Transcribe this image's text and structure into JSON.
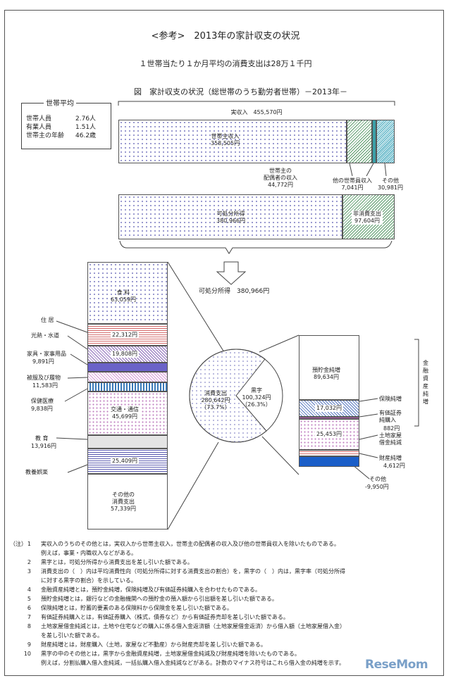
{
  "header": {
    "title": "<参考>　2013年の家計収支の状況",
    "subtitle": "１世帯当たり１か月平均の消費支出は28万１千円",
    "figure_title": "図　家計収支の状況（総世帯のうち勤労者世帯）－2013年－"
  },
  "average_box": {
    "heading": "世帯平均",
    "rows": [
      {
        "label": "世帯人員",
        "value": "2.76人"
      },
      {
        "label": "有業人員",
        "value": "1.51人"
      },
      {
        "label": "世帯主の年齢",
        "value": "46.2歳"
      }
    ]
  },
  "income": {
    "total_label": "実収入　455,570円",
    "head_income": {
      "label": "世帯主収入",
      "value": "358,505円"
    },
    "spouse_income": {
      "label": "世帯主の\n配偶者の収入",
      "value": "44,772円"
    },
    "other_member": {
      "label": "他の世帯員収入",
      "value": "7,041円"
    },
    "other": {
      "label": "その他",
      "value": "30,981円"
    },
    "disposable": {
      "label": "可処分所得",
      "value": "380,966円"
    },
    "non_consumption": {
      "label": "非消費支出",
      "value": "97,604円"
    }
  },
  "arrow_label": "可処分所得　380,966円",
  "consumption": {
    "food": {
      "label": "食 料",
      "value": "63,059円"
    },
    "housing": {
      "label": "住 居",
      "value": "22,312円"
    },
    "utilities": {
      "label": "光熱・水道",
      "value": "19,808円"
    },
    "furniture": {
      "label": "家具・家事用品",
      "value": "9,891円"
    },
    "clothing": {
      "label": "被服及び履物",
      "value": "11,583円"
    },
    "medical": {
      "label": "保健医療",
      "value": "9,838円"
    },
    "transport": {
      "label": "交通・通信",
      "value": "45,699円"
    },
    "education": {
      "label": "教 育",
      "value": "13,916円"
    },
    "recreation": {
      "label": "教養娯楽",
      "value": "25,409円"
    },
    "other": {
      "label": "その他の\n消費支出",
      "value": "57,339円"
    }
  },
  "pie": {
    "consumption_label": "消費支出",
    "consumption_value": "280,642円",
    "consumption_pct": "（73.7%）",
    "surplus_label": "黒字",
    "surplus_value": "100,324円",
    "surplus_pct": "（26.3%）"
  },
  "surplus": {
    "deposit": {
      "label": "預貯金純増",
      "value": "89,634円"
    },
    "insurance": {
      "label": "保険純増",
      "value": "17,032円"
    },
    "securities": {
      "label": "有価証券\n純購入",
      "value": "882円"
    },
    "loan": {
      "label": "土地家屋\n借金純減",
      "value": "25,453円"
    },
    "property": {
      "label": "財産純増",
      "value": "4,612円"
    },
    "other": {
      "label": "その他",
      "value": "-9,950円"
    },
    "bracket_label": "金融資産純増"
  },
  "notes": {
    "prefix": "（注）",
    "lines": [
      {
        "num": "1",
        "text": "実収入のうちのその他とは，実収入から世帯主収入，世帯主の配偶者の収入及び他の世帯員収入を除いたものである。"
      },
      {
        "num": "",
        "text": "例えば，事業・内職収入などがある。"
      },
      {
        "num": "2",
        "text": "黒字とは，可処分所得から消費支出を差し引いた額である。"
      },
      {
        "num": "3",
        "text": "消費支出の（　）内は平均消費性向（可処分所得に対する消費支出の割合）を，黒字の（　）内は，黒字率（可処分所得"
      },
      {
        "num": "",
        "text": "に対する黒字の割合）を示している。"
      },
      {
        "num": "4",
        "text": "金融資産純増とは，預貯金純増，保険純増及び有価証券純購入を合わせたものである。"
      },
      {
        "num": "5",
        "text": "預貯金純増とは，銀行などの金融機関への預貯金の預入額から引出額を差し引いた額である。"
      },
      {
        "num": "6",
        "text": "保険純増とは，貯蓄的要素のある保険料から保険金を差し引いた額である。"
      },
      {
        "num": "7",
        "text": "有価証券純購入とは，有価証券購入（株式，債券など）から有価証券売却を差し引いた額である。"
      },
      {
        "num": "8",
        "text": "土地家屋借金純減とは，土地や住宅などの購入に係る借入金返済額（土地家屋借金返済）から借入額（土地家屋借入金）"
      },
      {
        "num": "",
        "text": "を差し引いた額である。"
      },
      {
        "num": "9",
        "text": "財産純増とは，財産購入（土地，家屋など不動産）から財産売却を差し引いた額である。"
      },
      {
        "num": "10",
        "text": "黒字の中のその他とは，黒字から金融資産純増，土地家屋借金純減及び財産純増を除いたものである。"
      },
      {
        "num": "",
        "text": "例えば，分割払購入借入金純減，一括払購入借入金純減などがある。計数のマイナス符号はこれら借入金の純増を示す。"
      }
    ]
  },
  "watermark": "ReseMom"
}
